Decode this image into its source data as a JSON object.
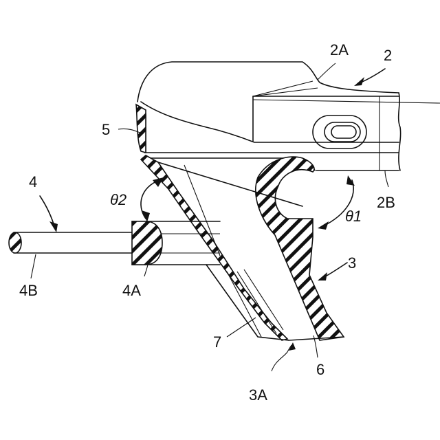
{
  "diagram": {
    "labels": {
      "ref_2": "2",
      "ref_2A": "2A",
      "ref_2B": "2B",
      "ref_3": "3",
      "ref_3A": "3A",
      "ref_4": "4",
      "ref_4A": "4A",
      "ref_4B": "4B",
      "ref_5": "5",
      "ref_6": "6",
      "ref_7": "7",
      "theta_1": "θ1",
      "theta_2": "θ2"
    },
    "colors": {
      "line": "#111111",
      "background": "#ffffff"
    }
  }
}
